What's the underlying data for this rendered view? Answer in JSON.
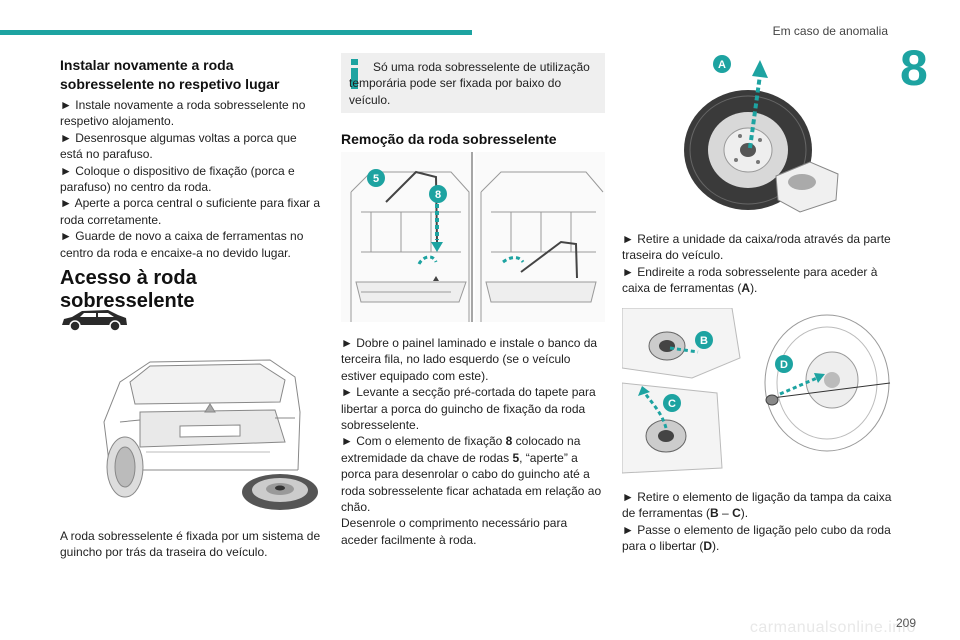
{
  "header": {
    "title": "Em caso de anomalia",
    "chapter": "8"
  },
  "footer": {
    "page_number": "209",
    "watermark": "carmanualsonline.info"
  },
  "col1": {
    "subheading": "Instalar novamente a roda sobresselente no respetivo lugar",
    "steps": [
      "Instale novamente a roda sobresselente no respetivo alojamento.",
      "Desenrosque algumas voltas a porca que está no parafuso.",
      "Coloque o dispositivo de fixação (porca e parafuso) no centro da roda.",
      "Aperte a porca central o suficiente para fixar a roda corretamente.",
      "Guarde de novo a caixa de ferramentas no centro da roda e encaixe-a no devido lugar."
    ],
    "section_title": "Acesso à roda sobresselente",
    "caption": "A roda sobresselente é fixada por um sistema de guincho por trás da traseira do veículo."
  },
  "col2": {
    "info_text": "Só uma roda sobresselente de utilização temporária pode ser fixada por baixo do veículo.",
    "subheading": "Remoção da roda sobresselente",
    "labels": {
      "five": "5",
      "eight": "8"
    },
    "steps": [
      "Dobre o painel laminado e instale o banco da terceira fila, no lado esquerdo (se o veículo estiver equipado com este).",
      "Levante a secção pré-cortada do tapete para libertar a porca do guincho de fixação da roda sobresselente."
    ],
    "step3_a": "Com o elemento de fixação ",
    "step3_b": "8",
    "step3_c": " colocado na extremidade da chave de rodas ",
    "step3_d": "5",
    "step3_e": ", “aperte” a porca para desenrolar o cabo do guincho até a roda sobresselente ficar achatada em relação ao chão.",
    "paragraph": "Desenrole o comprimento necessário para aceder facilmente à roda."
  },
  "col3": {
    "labels": {
      "a": "A",
      "b": "B",
      "c": "C",
      "d": "D"
    },
    "step1": "Retire a unidade da caixa/roda através da parte traseira do veículo.",
    "step2_a": "Endireite a roda sobresselente para aceder à caixa de ferramentas (",
    "step2_b": "A",
    "step2_c": ").",
    "step3_a": "Retire o elemento de ligação da tampa da caixa de ferramentas (",
    "step3_b": "B",
    "step3_c": " – ",
    "step3_d": "C",
    "step3_e": ").",
    "step4_a": "Passe o elemento de ligação pelo cubo da roda para o libertar (",
    "step4_b": "D",
    "step4_c": ")."
  },
  "colors": {
    "accent": "#1da3a1",
    "info_bg": "#efefef"
  },
  "bullet_symbol": "►"
}
